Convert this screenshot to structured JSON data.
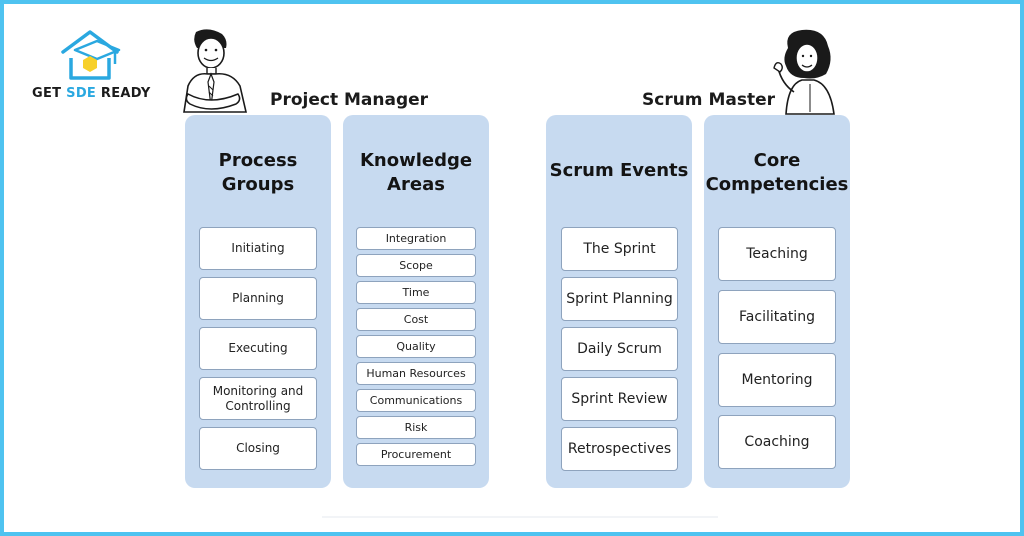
{
  "brand": {
    "prefix": "GET ",
    "highlight": "SDE",
    "suffix": " READY",
    "accent_color": "#2aa8e0"
  },
  "roles": {
    "project_manager": "Project Manager",
    "scrum_master": "Scrum Master"
  },
  "columns": [
    {
      "title_line1": "Process",
      "title_line2": "Groups",
      "items": [
        "Initiating",
        "Planning",
        "Executing",
        "Monitoring and Controlling",
        "Closing"
      ]
    },
    {
      "title_line1": "Knowledge",
      "title_line2": "Areas",
      "items": [
        "Integration",
        "Scope",
        "Time",
        "Cost",
        "Quality",
        "Human Resources",
        "Communications",
        "Risk",
        "Procurement"
      ]
    },
    {
      "title": "Scrum Events",
      "items": [
        "The Sprint",
        "Sprint Planning",
        "Daily Scrum",
        "Sprint Review",
        "Retrospectives"
      ]
    },
    {
      "title_line1": "Core",
      "title_line2": "Competencies",
      "items": [
        "Teaching",
        "Facilitating",
        "Mentoring",
        "Coaching"
      ]
    }
  ],
  "colors": {
    "frame_border": "#4fc3f0",
    "column_fill": "#c7daf0",
    "logo_blue": "#2aa8e0",
    "logo_yellow": "#f7d02a"
  },
  "icons": {
    "logo": "house-graduation-cap-hexagon-icon",
    "pm": "man-arms-crossed-illustration",
    "sm": "woman-waving-illustration"
  }
}
